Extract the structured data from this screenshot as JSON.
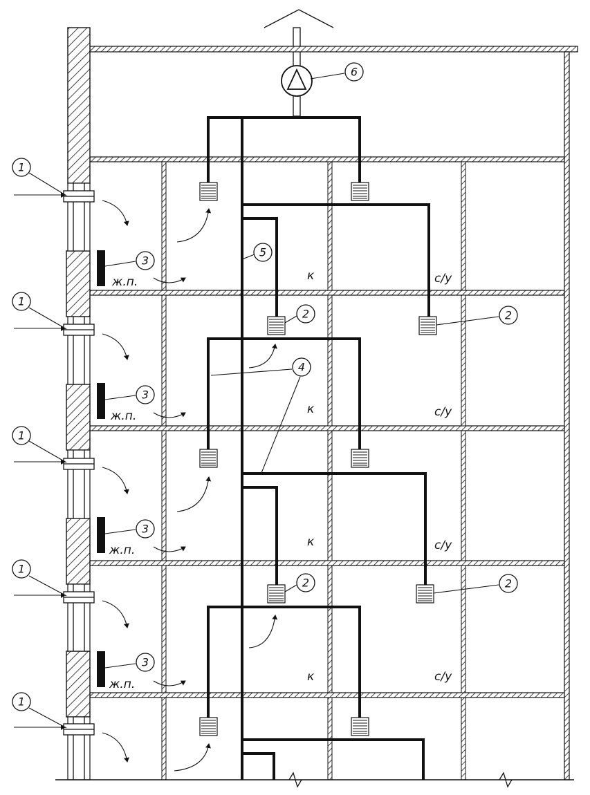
{
  "labels": {
    "kitchen": "к",
    "bathroom": "с/у",
    "air_supply": "ж.п."
  },
  "callouts": {
    "inlet_valve": "1",
    "exhaust_grille": "2",
    "radiator": "3",
    "branch_duct": "4",
    "riser": "5",
    "fan": "6"
  }
}
